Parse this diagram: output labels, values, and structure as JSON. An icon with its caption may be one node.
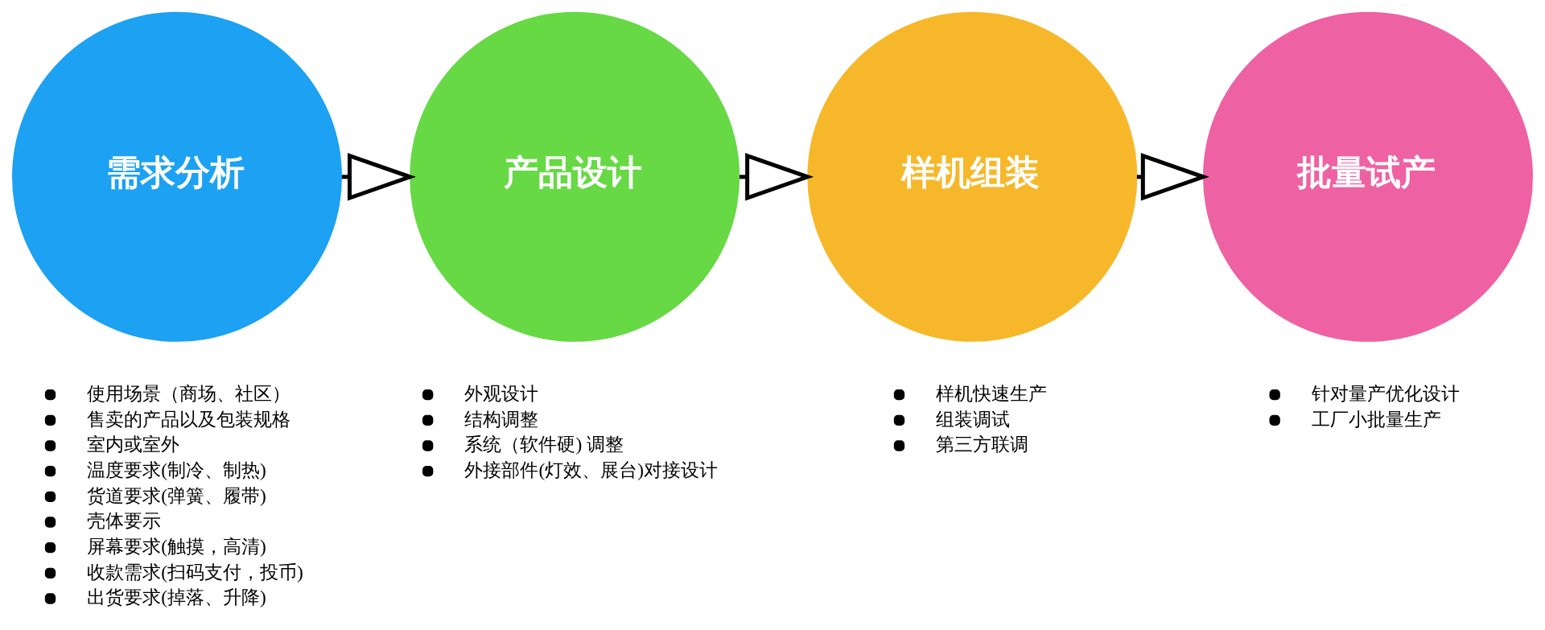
{
  "diagram": {
    "nodes": [
      {
        "text": [
          "需求分析"
        ],
        "beside": [
          "使用场景（商场、社区）",
          "售卖的产品以及包装规格",
          "室内或室外",
          "温度要求(制冷、制热)",
          "货道要求(弹簧、履带)",
          "壳体要示",
          "屏幕要求(触摸，高清)",
          "收款需求(扫码支付，投币)",
          "出货要求(掉落、升降)"
        ]
      },
      {
        "text": [
          "产品设计"
        ],
        "beside": [
          "外观设计",
          "结构调整",
          "系统（软件硬) 调整",
          "外接部件(灯效、展台)对接设计"
        ]
      },
      {
        "text": [
          "样机组装"
        ],
        "beside": [
          "样机快速生产",
          "组装调试",
          "第三方联调"
        ]
      },
      {
        "text": [
          "批量试产"
        ],
        "beside": [
          "针对量产优化设计",
          "工厂小批量生产"
        ]
      }
    ],
    "edges": [
      {
        "from": 0,
        "to": 1,
        "arrow": "to"
      },
      {
        "from": 1,
        "to": 2,
        "arrow": "to"
      },
      {
        "from": 2,
        "to": 3,
        "arrow": "to"
      }
    ]
  }
}
